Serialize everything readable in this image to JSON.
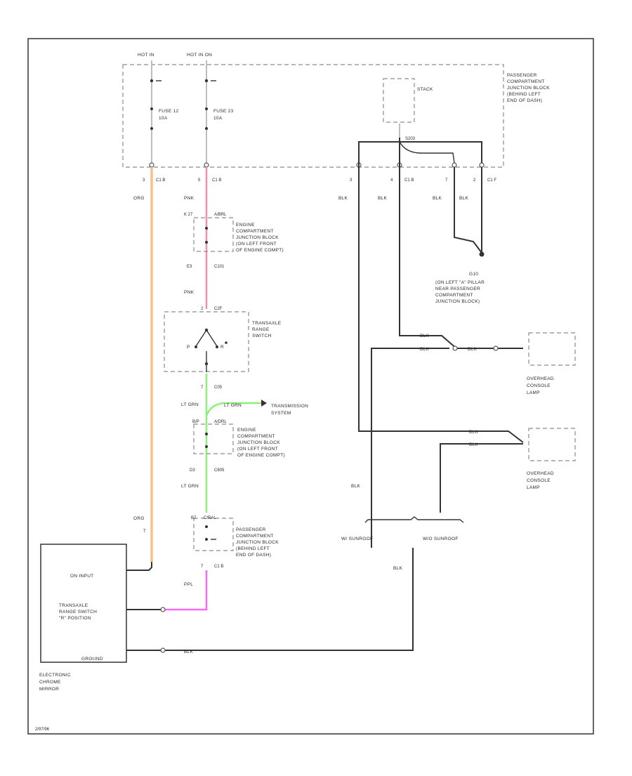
{
  "colors": {
    "wire_org": "#f5c08a",
    "wire_pnk": "#f48fb1",
    "wire_ltgrn": "#8ef07a",
    "wire_ppl": "#f56cf0",
    "wire_blk": "#333333"
  },
  "power": {
    "hot_in": "HOT IN",
    "hot_in_on": "HOT IN ON"
  },
  "fuse12": {
    "name": "FUSE 12",
    "amp": "10A"
  },
  "fuse23": {
    "name": "FUSE 23",
    "amp": "10A"
  },
  "pcjb_top": {
    "line1": "PASSENGER",
    "line2": "COMPARTMENT",
    "line3": "JUNCTION BLOCK",
    "line4": "(BEHIND LEFT",
    "line5": "END OF DASH)"
  },
  "stack": {
    "label": "STACK",
    "pin": "S203"
  },
  "top_pins": {
    "p3": "3",
    "p3c": "C1 B",
    "p5": "5",
    "p5c": "C1 B",
    "p4": "4",
    "p4c": "C1 B",
    "p3b": "3",
    "p7": "7",
    "p2": "2",
    "p2c": "C1 F"
  },
  "wire_labels": {
    "org": "ORG",
    "pnk": "PNK",
    "pnk2": "PNK",
    "blk1": "BLK",
    "blk2": "BLK",
    "blk3": "BLK",
    "blk4": "BLK",
    "ltgrn": "LT GRN",
    "ltgrn2": "LT GRN",
    "ltgrn3": "LT GRN",
    "ppl": "PPL",
    "blk5": "BLK",
    "blk6": "BLK",
    "blk7": "BLK",
    "blk8": "BLK",
    "blk9": "BLK",
    "blk10": "BLK",
    "blk_bottom": "BLK"
  },
  "ecjb1": {
    "pin_top": "K 27",
    "conn_top": "A/BRL",
    "line1": "ENGINE",
    "line2": "COMPARTMENT",
    "line3": "JUNCTION BLOCK",
    "line4": "(ON LEFT FRONT",
    "line5": "OF ENGINE COMPT)",
    "pin_bot": "E3",
    "conn_bot": "C101"
  },
  "tr_switch": {
    "pin_top": "2",
    "conn_top": "C2F",
    "line1": "TRANSAXLE",
    "line2": "RANGE",
    "line3": "SWITCH",
    "p": "P",
    "r": "R",
    "pin_bot": "7",
    "conn_bot": "C05"
  },
  "transmission": {
    "label1": "TRANSMISSION",
    "label2": "SYSTEM"
  },
  "ecjb2": {
    "pin_top": "B/P",
    "conn_top": "A/DRL",
    "line1": "ENGINE",
    "line2": "COMPARTMENT",
    "line3": "JUNCTION BLOCK",
    "line4": "(ON LEFT FRONT",
    "line5": "OF ENGINE COMPT)",
    "pin_bot": "D3",
    "conn_bot": "C805"
  },
  "pcjb_bot": {
    "pin_top": "B7",
    "conn_top": "C/RAL",
    "line1": "PASSENGER",
    "line2": "COMPARTMENT",
    "line3": "JUNCTION BLOCK",
    "line4": "(BEHIND LEFT",
    "line5": "END OF DASH)",
    "pin_bot": "7",
    "conn_bot": "C1 B"
  },
  "ground": {
    "id": "G10",
    "line1": "(ON LEFT \"A\" PILLAR",
    "line2": "NEAR PASSENGER",
    "line3": "COMPARTMENT",
    "line4": "JUNCTION BLOCK)"
  },
  "lamp1": {
    "line1": "OVERHEAD",
    "line2": "CONSOLE",
    "line3": "LAMP"
  },
  "lamp2": {
    "line1": "OVERHEAD",
    "line2": "CONSOLE",
    "line3": "LAMP"
  },
  "sunroof": {
    "with": "W/ SUNROOF",
    "without": "W/O SUNROOF"
  },
  "mirror": {
    "on_input": "ON INPUT",
    "line1": "TRANSAXLE",
    "line2": "RANGE SWITCH",
    "line3": "\"R\" POSITION",
    "ground": "GROUND",
    "name1": "ELECTRONIC",
    "name2": "CHROME",
    "name3": "MIRROR",
    "pin_org": "T"
  },
  "footer": {
    "code": "2/97/96"
  }
}
